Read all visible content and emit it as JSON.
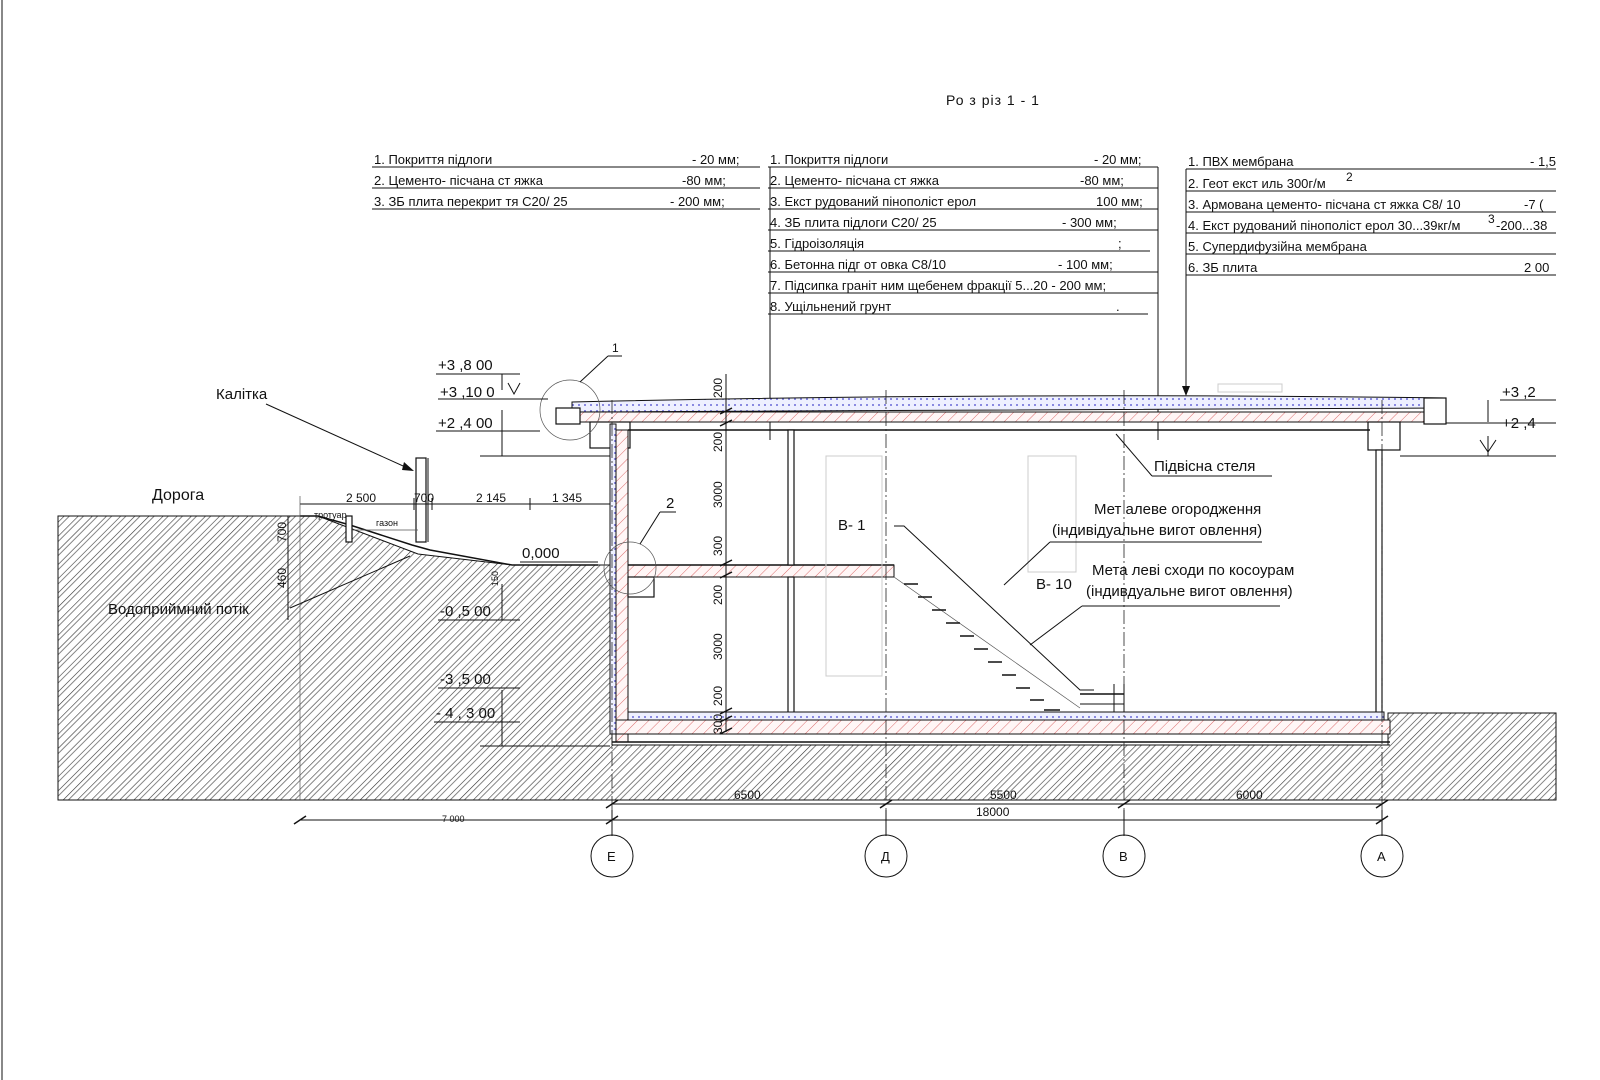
{
  "title": "Ро з різ 1   - 1",
  "notes": {
    "left": [
      {
        "text": "1. Покриття  підлоги",
        "value": "-  20 мм;"
      },
      {
        "text": "2. Цементо- пісчана ст яжка",
        "value": "-80      мм;"
      },
      {
        "text": "3. ЗБ плита  перекрит тя С20/ 25",
        "value": "- 200      мм;"
      }
    ],
    "middle": [
      {
        "text": "1. Покриття  підлоги",
        "value": "-  20 мм;"
      },
      {
        "text": "2. Цементо- пісчана ст яжка",
        "value": "-80      мм;"
      },
      {
        "text": "3. Екст рудований пінополіст ерол",
        "value": "100 мм;"
      },
      {
        "text": "4. ЗБ плита  підлоги С20/ 25",
        "value": "- 300      мм;"
      },
      {
        "text": "5. Гідроізоляція",
        "value": ";"
      },
      {
        "text": "6. Бетонна підг от овка С8/10",
        "value": "-        100 мм;"
      },
      {
        "text": "7. Підсипка гранiт ним щебенем фракції  5...20 -  200 мм;",
        "value": ""
      },
      {
        "text": "8. Ущільнений грунт",
        "value": "."
      }
    ],
    "right": [
      {
        "text": "1. ПВХ мембрана",
        "value": "- 1,5"
      },
      {
        "text": "2. Геот екст иль 300г/м",
        "value": "",
        "sup": "2"
      },
      {
        "text": "3. Армована цементо- пісчана ст яжка С8/ 10",
        "value": "-7   ("
      },
      {
        "text": "4. Екст рудований пінополіст ерол 30...39кг/м",
        "value": "-200...38",
        "sup": "3"
      },
      {
        "text": "5. Супердифузійна мембрана",
        "value": ""
      },
      {
        "text": "6. ЗБ плита",
        "value": "2 00"
      }
    ]
  },
  "labels": {
    "road": "Дорога",
    "gate": "Калітка",
    "drain": "Водоприймний потік",
    "sidewalk": "тротуар",
    "lawn": "газон",
    "ceiling": "Підвісна стеля",
    "railing_1": "Мет алеве огородження",
    "railing_2": "(індивідуальне вигот овлення)",
    "stairs_1": "Мета леві сходи по косоурам",
    "stairs_2": "(індивдуальне вигот овлення)",
    "room_b1": "В- 1",
    "room_b10": "В- 10",
    "callout_1": "1",
    "callout_2": "2"
  },
  "levels": {
    "l1": "+3 ,8 00",
    "l2": "+3 ,10 0",
    "l3": "+2 ,4 00",
    "l4": "0,000",
    "l5": "-0 ,5 00",
    "l6": "-3 ,5 00",
    "l7": "- 4 , 3 00",
    "r1": "+3 ,2",
    "r2": "+2 ,4"
  },
  "dims": {
    "top": [
      "2 500",
      "700",
      "2 145",
      "1 345"
    ],
    "left_vertical": [
      "700",
      "460"
    ],
    "small_150": "150",
    "vertical": [
      "200",
      "200",
      "3000",
      "300",
      "200",
      "3000",
      "200",
      "300"
    ],
    "bottom_spans": [
      "6500",
      "5500",
      "6000"
    ],
    "total": "18000",
    "left_total": "7 000"
  },
  "axes": [
    "Е",
    "Д",
    "В",
    "А"
  ]
}
